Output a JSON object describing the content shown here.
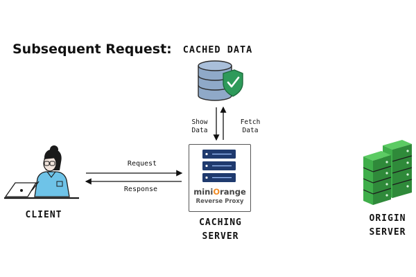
{
  "title": "Subsequent Request:",
  "nodes": {
    "cached_data": "CACHED DATA",
    "client": "CLIENT",
    "caching_server": [
      "CACHING",
      "SERVER"
    ],
    "origin_server": [
      "ORIGIN",
      "SERVER"
    ]
  },
  "edges": {
    "show_data": [
      "Show",
      "Data"
    ],
    "fetch_data": [
      "Fetch",
      "Data"
    ],
    "request": "Request",
    "response": "Response"
  },
  "proxy_logo": {
    "brand_prefix": "mini",
    "brand_accent": "O",
    "brand_suffix": "range",
    "product": "Reverse Proxy"
  },
  "colors": {
    "database": "#8fa9c8",
    "shield": "#2e9a5a",
    "server_rack": "#1f3a6e",
    "origin_server": "#39a34a",
    "client_shirt": "#6ec3e8",
    "brand_accent": "#f08a24"
  }
}
